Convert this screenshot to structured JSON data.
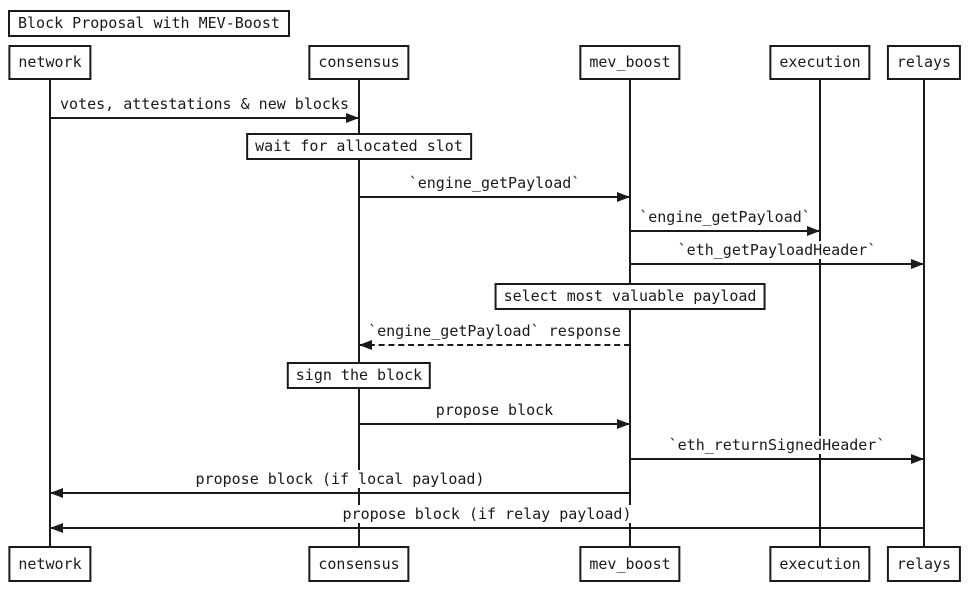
{
  "title": "Block Proposal with MEV-Boost",
  "actors": [
    {
      "label": "network"
    },
    {
      "label": "consensus"
    },
    {
      "label": "mev_boost"
    },
    {
      "label": "execution"
    },
    {
      "label": "relays"
    }
  ],
  "messages": [
    {
      "label": "votes, attestations & new blocks",
      "from": "network",
      "to": "consensus",
      "line": "solid",
      "direction": "right"
    },
    {
      "label": "`engine_getPayload`",
      "from": "consensus",
      "to": "mev_boost",
      "line": "solid",
      "direction": "right"
    },
    {
      "label": "`engine_getPayload`",
      "from": "mev_boost",
      "to": "execution",
      "line": "solid",
      "direction": "right"
    },
    {
      "label": "`eth_getPayloadHeader`",
      "from": "mev_boost",
      "to": "relays",
      "line": "solid",
      "direction": "right"
    },
    {
      "label": "`engine_getPayload` response",
      "from": "mev_boost",
      "to": "consensus",
      "line": "dashed",
      "direction": "left"
    },
    {
      "label": "propose block",
      "from": "consensus",
      "to": "mev_boost",
      "line": "solid",
      "direction": "right"
    },
    {
      "label": "`eth_returnSignedHeader`",
      "from": "mev_boost",
      "to": "relays",
      "line": "solid",
      "direction": "right"
    },
    {
      "label": "propose block (if local payload)",
      "from": "mev_boost",
      "to": "network",
      "line": "solid",
      "direction": "left"
    },
    {
      "label": "propose block (if relay payload)",
      "from": "relays",
      "to": "network",
      "line": "solid",
      "direction": "left"
    }
  ],
  "notes": [
    {
      "label": "wait for allocated slot",
      "over": "consensus"
    },
    {
      "label": "select most valuable payload",
      "over": "mev_boost"
    },
    {
      "label": "sign the block",
      "over": "consensus"
    }
  ],
  "colors": {
    "line": "#1a1a1a",
    "text": "#1a1a1a",
    "background": "#ffffff"
  }
}
